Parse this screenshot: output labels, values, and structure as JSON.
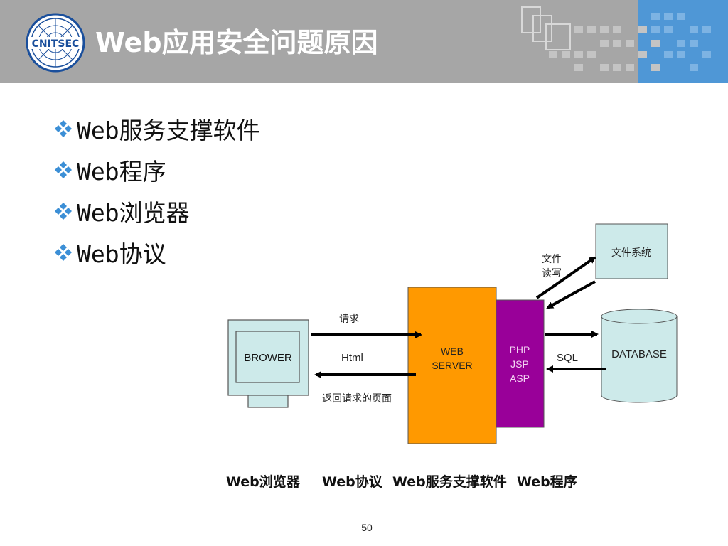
{
  "slide": {
    "title": "Web应用安全问题原因",
    "logo_text": "CNITSEC",
    "page_number": "50"
  },
  "bullets": [
    {
      "text": "Web服务支撑软件",
      "icon": "diamond-bullet-icon"
    },
    {
      "text": "Web程序",
      "icon": "diamond-bullet-icon"
    },
    {
      "text": "Web浏览器",
      "icon": "diamond-bullet-icon"
    },
    {
      "text": "Web协议",
      "icon": "diamond-bullet-icon"
    }
  ],
  "diagram": {
    "browser": "BROWER",
    "web_server_line1": "WEB",
    "web_server_line2": "SERVER",
    "scripts": [
      "PHP",
      "JSP",
      "ASP"
    ],
    "file_system": "文件系统",
    "database": "DATABASE",
    "request_label": "请求",
    "html_label": "Html",
    "return_label": "返回请求的页面",
    "file_rw_line1": "文件",
    "file_rw_line2": "读写",
    "sql_label": "SQL"
  },
  "bottom_labels": [
    "Web浏览器",
    "Web协议",
    "Web服务支撑软件",
    "Web程序"
  ],
  "colors": {
    "header_gray": "#a6a6a6",
    "header_blue": "#4f97d6",
    "bullet_blue": "#3c8fd6",
    "server_orange": "#ff9900",
    "script_purple": "#990099",
    "box_fill": "#cdeaea",
    "logo_blue": "#1a4f9c"
  }
}
